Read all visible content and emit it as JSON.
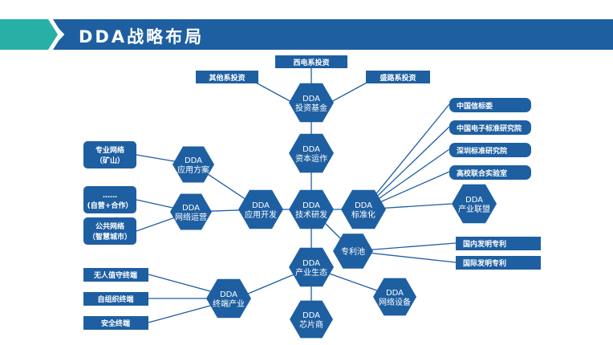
{
  "header": {
    "title": "DDA战略布局"
  },
  "colors": {
    "primary": "#1e5fa2",
    "accent": "#27b0a6",
    "line": "#1e5fa2"
  },
  "diagram": {
    "hexes": {
      "fund": [
        "DDA",
        "投资基金"
      ],
      "capital": [
        "DDA",
        "资本运作"
      ],
      "tech": [
        "DDA",
        "技术研发"
      ],
      "appdev": [
        "DDA",
        "应用开发"
      ],
      "standard": [
        "DDA",
        "标准化"
      ],
      "patent": [
        "专利池"
      ],
      "industry": [
        "DDA",
        "产业生态"
      ],
      "appsol": [
        "DDA",
        "应用方案"
      ],
      "netops": [
        "DDA",
        "网络运营"
      ],
      "terminal": [
        "DDA",
        "终端产业"
      ],
      "chip": [
        "DDA",
        "芯片商"
      ],
      "netdev": [
        "DDA",
        "网络设备"
      ],
      "alliance": [
        "DDA",
        "产业联盟"
      ]
    },
    "boxes": {
      "west_invest": "西电系投资",
      "other_invest": "其他系投资",
      "shengluo_invest": "盛路系投资",
      "ccsa": "中国信标委",
      "cesi": "中国电子标准研究院",
      "sz_std": "深圳标准研究院",
      "univ_lab": "高校联合实验室",
      "domestic_patent": "国内发明专利",
      "intl_patent": "国际发明专利",
      "private_net": [
        "专业网络",
        "（矿山）"
      ],
      "self_op": [
        "……",
        "(自营+合作）"
      ],
      "public_net": [
        "公共网络",
        "（智慧城市）"
      ],
      "unattended": "无人值守终端",
      "self_org": "自组织终端",
      "security": "安全终端"
    }
  }
}
